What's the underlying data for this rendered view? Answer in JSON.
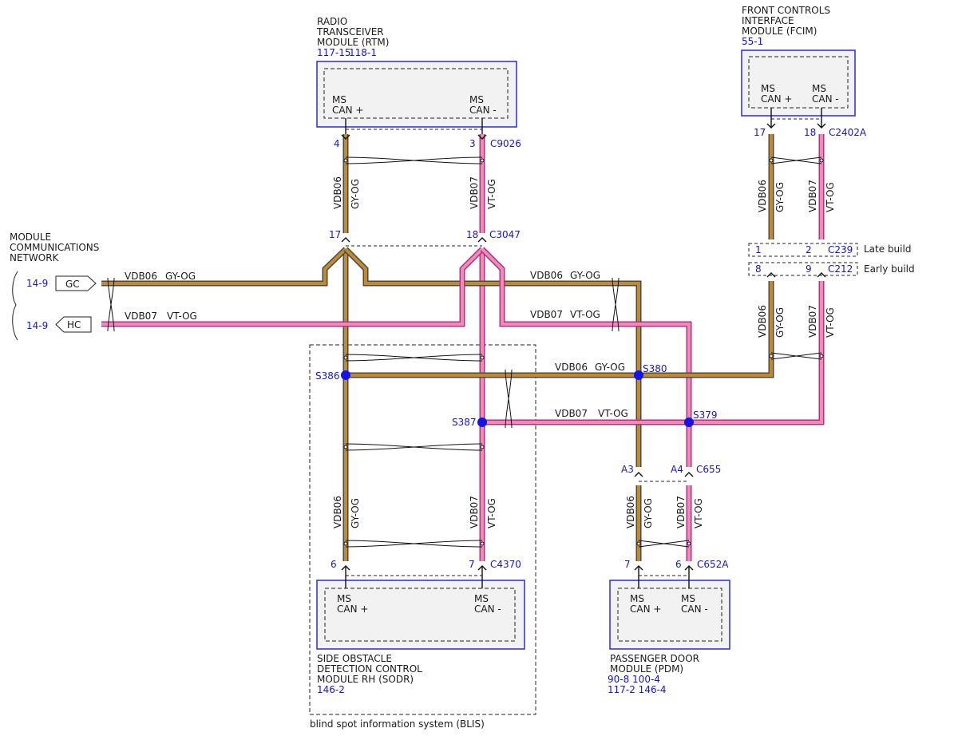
{
  "modules": {
    "rtm": {
      "name_lines": [
        "RADIO",
        "TRANSCEIVER",
        "MODULE (RTM)"
      ],
      "refs": [
        "117-15",
        "118-1"
      ],
      "pin_plus": [
        "MS",
        "CAN +"
      ],
      "pin_minus": [
        "MS",
        "CAN -"
      ]
    },
    "fcim": {
      "name_lines": [
        "FRONT CONTROLS",
        "INTERFACE",
        "MODULE (FCIM)"
      ],
      "refs": [
        "55-1"
      ],
      "pin_plus": [
        "MS",
        "CAN +"
      ],
      "pin_minus": [
        "MS",
        "CAN -"
      ]
    },
    "sodr": {
      "name_lines": [
        "SIDE OBSTACLE",
        "DETECTION CONTROL",
        "MODULE RH (SODR)"
      ],
      "refs": [
        "146-2"
      ],
      "pin_plus": [
        "MS",
        "CAN +"
      ],
      "pin_minus": [
        "MS",
        "CAN -"
      ]
    },
    "pdm": {
      "name_lines": [
        "PASSENGER DOOR",
        "MODULE (PDM)"
      ],
      "refs": [
        "90-8  100-4",
        "117-2 146-4"
      ],
      "pin_plus": [
        "MS",
        "CAN +"
      ],
      "pin_minus": [
        "MS",
        "CAN -"
      ]
    }
  },
  "network": {
    "name_lines": [
      "MODULE",
      "COMMUNICATIONS",
      "NETWORK"
    ],
    "gc": {
      "label": "GC",
      "ref": "14-9"
    },
    "hc": {
      "label": "HC",
      "ref": "14-9"
    }
  },
  "wires": {
    "vdb06": "VDB06",
    "vdb07": "VDB07",
    "gyog": "GY-OG",
    "vtog": "VT-OG"
  },
  "colors": {
    "gy_og_outer": "#4a4a4a",
    "gy_og_inner": "#c08a2e",
    "vt_og_outer": "#b0308a",
    "vt_og_inner": "#f08cb4",
    "module_border": "#2b2bd6",
    "ref_blue": "#1515d6"
  },
  "connectors": {
    "c9026": "C9026",
    "c3047": "C3047",
    "c2402a": "C2402A",
    "c239": "C239",
    "c212": "C212",
    "c4370": "C4370",
    "c655": "C655",
    "c652a": "C652A"
  },
  "pins": {
    "rtm_4": "4",
    "rtm_3": "3",
    "c3047_17": "17",
    "c3047_18": "18",
    "fcim_17": "17",
    "fcim_18": "18",
    "c239_1": "1",
    "c239_2": "2",
    "c212_8": "8",
    "c212_9": "9",
    "sodr_6": "6",
    "sodr_7": "7",
    "pdm_a3": "A3",
    "pdm_a4": "A4",
    "pdm_7": "7",
    "pdm_6": "6"
  },
  "splices": {
    "s386": "S386",
    "s387": "S387",
    "s380": "S380",
    "s379": "S379"
  },
  "builds": {
    "late": "Late build",
    "early": "Early build"
  },
  "blis_label": "blind spot information system (BLIS)"
}
